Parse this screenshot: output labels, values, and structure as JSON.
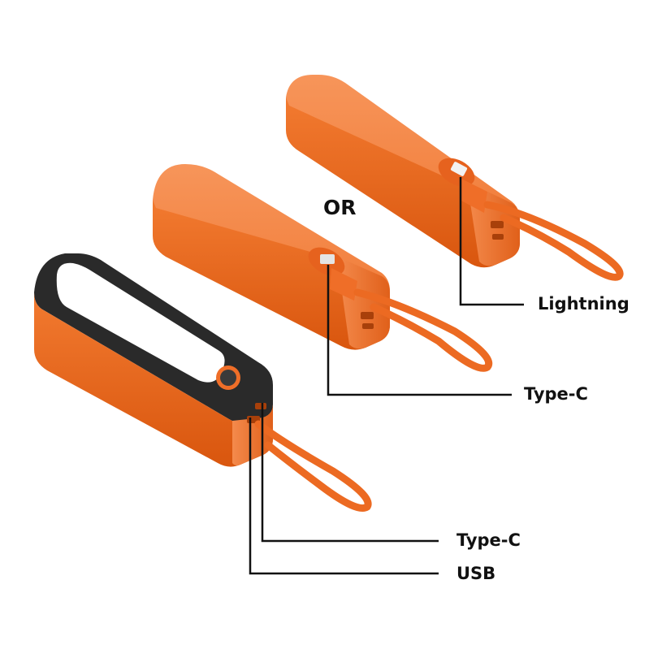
{
  "image": {
    "description": "Product photo of three orange mini power banks with attached cable loops and connector callouts",
    "colors": {
      "body_orange": "#f06a1e",
      "body_light": "#f58a4a",
      "body_dark": "#d2520c",
      "panel_black": "#2a2a2a",
      "callout_line": "#111111",
      "background": "#ffffff"
    }
  },
  "separator": {
    "label": "OR"
  },
  "callouts": [
    {
      "id": "lightning",
      "label": "Lightning"
    },
    {
      "id": "type-c-cable",
      "label": "Type-C"
    },
    {
      "id": "type-c-port",
      "label": "Type-C"
    },
    {
      "id": "usb-port",
      "label": "USB"
    }
  ],
  "products": [
    {
      "id": "power-bank-lightning",
      "cable": "Lightning"
    },
    {
      "id": "power-bank-type-c",
      "cable": "Type-C"
    },
    {
      "id": "power-bank-front",
      "feature": "LED light panel with power button"
    }
  ]
}
